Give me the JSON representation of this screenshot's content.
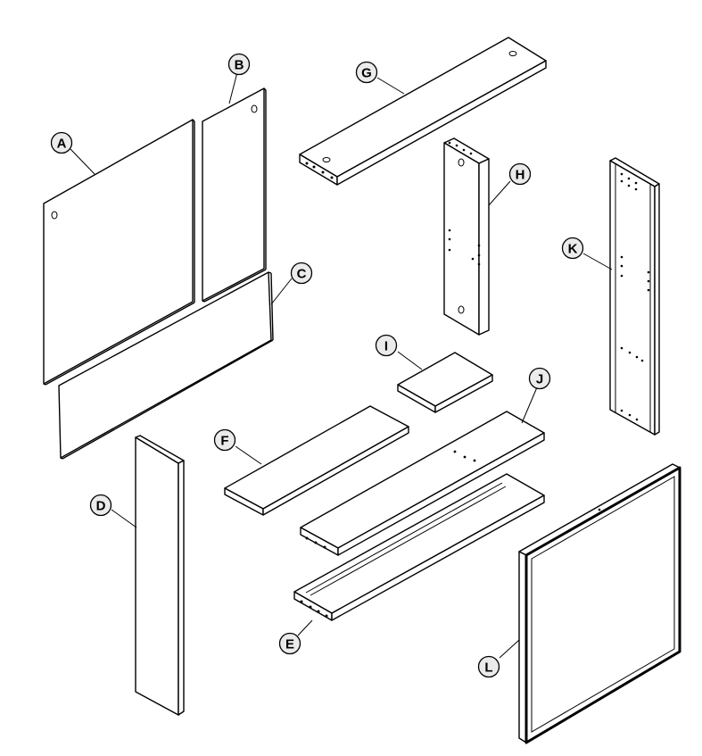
{
  "parts": [
    {
      "id": "A",
      "label": "A"
    },
    {
      "id": "B",
      "label": "B"
    },
    {
      "id": "C",
      "label": "C"
    },
    {
      "id": "D",
      "label": "D"
    },
    {
      "id": "E",
      "label": "E"
    },
    {
      "id": "F",
      "label": "F"
    },
    {
      "id": "G",
      "label": "G"
    },
    {
      "id": "H",
      "label": "H"
    },
    {
      "id": "I",
      "label": "I"
    },
    {
      "id": "J",
      "label": "J"
    },
    {
      "id": "K",
      "label": "K"
    },
    {
      "id": "L",
      "label": "L"
    }
  ]
}
